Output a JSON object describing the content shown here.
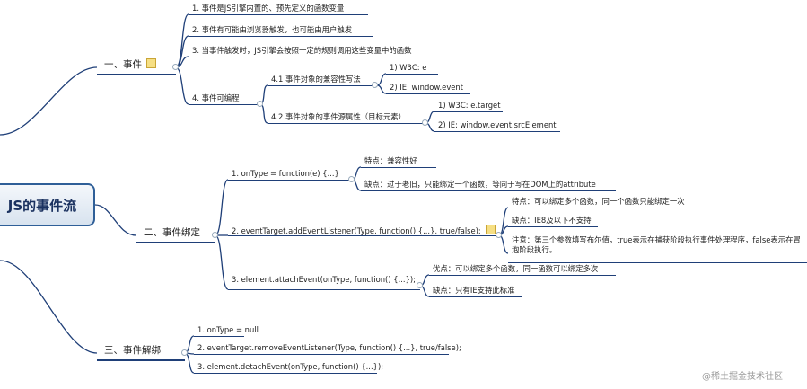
{
  "root": {
    "label": "JS的事件流"
  },
  "branch1": {
    "label": "一、事件",
    "items": [
      "1. 事件是JS引擎内置的、预先定义的函数变量",
      "2. 事件有可能由浏览器触发，也可能由用户触发",
      "3. 当事件触发时，JS引擎会按照一定的规则调用这些变量中的函数",
      "4. 事件可编程"
    ],
    "sub_4_1": {
      "label": "4.1 事件对象的兼容性写法",
      "leaves": [
        "1) W3C: e",
        "2) IE: window.event"
      ]
    },
    "sub_4_2": {
      "label": "4.2 事件对象的事件源属性（目标元素）",
      "leaves": [
        "1) W3C: e.target",
        "2) IE: window.event.srcElement"
      ]
    }
  },
  "branch2": {
    "label": "二、事件绑定",
    "m1": {
      "label": "1. onType = function(e) {...}",
      "leaves": [
        "特点：兼容性好",
        "缺点：过于老旧，只能绑定一个函数，等同于写在DOM上的attribute"
      ]
    },
    "m2": {
      "label": "2. eventTarget.addEventListener(Type, function() {...}, true/false);",
      "leaves": [
        "特点：可以绑定多个函数，同一个函数只能绑定一次",
        "缺点：IE8及以下不支持",
        "注意：第三个参数填写布尔值，true表示在捕获阶段执行事件处理程序，false表示在冒泡阶段执行。"
      ]
    },
    "m3": {
      "label": "3. element.attachEvent(onType, function() {...});",
      "leaves": [
        "优点：可以绑定多个函数，同一函数可以绑定多次",
        "缺点：只有IE支持此标准"
      ]
    }
  },
  "branch3": {
    "label": "三、事件解绑",
    "items": [
      "1. onType = null",
      "2. eventTarget.removeEventListener(Type, function() {...}, true/false);",
      "3. element.detachEvent(onType, function() {...});"
    ]
  },
  "watermark": "@稀土掘金技术社区",
  "colors": {
    "line": "#1f3f78",
    "root_border": "#2f5f98",
    "root_fill": "#dde6f0"
  }
}
